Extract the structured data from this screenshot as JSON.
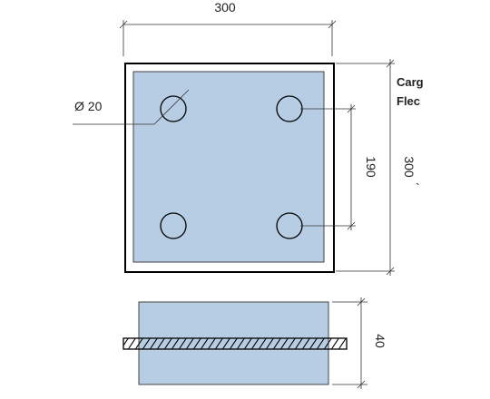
{
  "colors": {
    "fill": "#b7cde3",
    "line": "#000000",
    "frame": "#7a7a7a",
    "dim": "#333333",
    "hatch_fill": "#ffffff"
  },
  "plan_view": {
    "width_label": "300",
    "height_label": "300",
    "hole_spacing_label": "190",
    "hole_diameter_label": "Ø 20"
  },
  "side_labels": {
    "line1": "Carg",
    "line2": "Flec"
  },
  "section_view": {
    "thickness_label": "40"
  }
}
